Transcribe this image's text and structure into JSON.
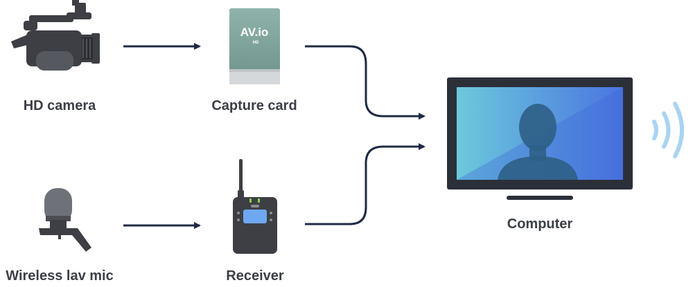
{
  "nodes": {
    "camera": {
      "label": "HD camera"
    },
    "capture_card": {
      "label": "Capture card",
      "logo_text": "AV.io",
      "logo_sub": "HD"
    },
    "lav_mic": {
      "label": "Wireless lav mic"
    },
    "receiver": {
      "label": "Receiver"
    },
    "computer": {
      "label": "Computer"
    }
  },
  "edges": [
    {
      "from": "camera",
      "to": "capture_card"
    },
    {
      "from": "lav_mic",
      "to": "receiver"
    },
    {
      "from": "capture_card",
      "to": "computer"
    },
    {
      "from": "receiver",
      "to": "computer"
    }
  ],
  "colors": {
    "arrow": "#1f2a44",
    "label": "#3b3f45",
    "device_dark": "#3d3f44",
    "card_green": "#7a9e96",
    "screen_left": "#6cc9dc",
    "screen_right": "#4a74e0",
    "wifi": "#a9d3f3"
  }
}
